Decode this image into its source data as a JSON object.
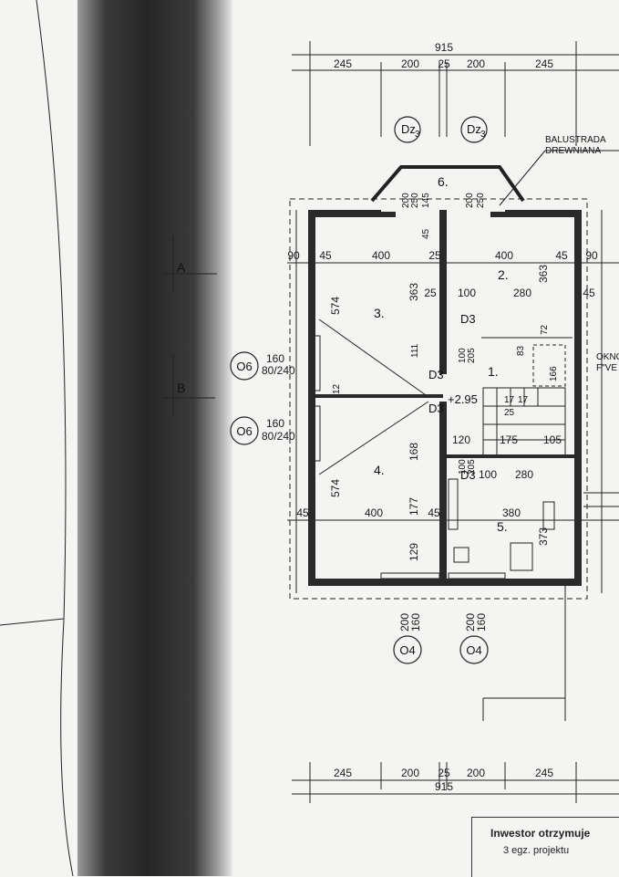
{
  "dimensions": {
    "top_total": "915",
    "top_segments": [
      "245",
      "200",
      "25",
      "200",
      "245"
    ],
    "bottom_total": "915",
    "bottom_segments": [
      "245",
      "200",
      "25",
      "200",
      "245"
    ],
    "row_widths": [
      "45",
      "400",
      "25",
      "400",
      "45"
    ],
    "left_offset": "90",
    "right_offset": "90",
    "bay_heights": [
      "200",
      "250",
      "145",
      "45"
    ],
    "room2_height": "363",
    "room3_height": "363",
    "room1_dims": [
      "25",
      "100",
      "280",
      "45"
    ],
    "room4_heights": [
      "574",
      "168",
      "177",
      "129"
    ],
    "room5_dims": [
      "380",
      "373",
      "280",
      "100"
    ],
    "stair_dims": [
      "17",
      "17",
      "25",
      "175",
      "105",
      "120"
    ],
    "door_dims": [
      "100",
      "205",
      "100",
      "205",
      "111",
      "12",
      "72",
      "83",
      "166"
    ],
    "window_left": [
      "160",
      "80/240",
      "160",
      "80/240"
    ],
    "window_bottom": [
      "200",
      "160",
      "200",
      "160"
    ],
    "bay_sides": [
      "200",
      "250"
    ],
    "level": "+2.95"
  },
  "rooms": [
    "1.",
    "2.",
    "3.",
    "4.",
    "5.",
    "6."
  ],
  "labels": {
    "dz_top_left": "Dz",
    "dz_top_left_sub": "3",
    "dz_top_right": "Dz",
    "dz_top_right_sub": "3",
    "o6_top": "O6",
    "o6_bottom": "O6",
    "o4_left": "O4",
    "o4_right": "O4",
    "section_a": "A",
    "section_b": "B",
    "balustrade_1": "BALUSTRADA",
    "balustrade_2": "DREWNIANA -",
    "okno_1": "OKNO",
    "okno_2": "F\"VE",
    "d3_a": "D3",
    "d3_b": "D3",
    "d3_c": "D3",
    "d3_d": "D3"
  },
  "stamp": {
    "line1": "Inwestor otrzymuje",
    "line2": "3 egz. projektu"
  }
}
